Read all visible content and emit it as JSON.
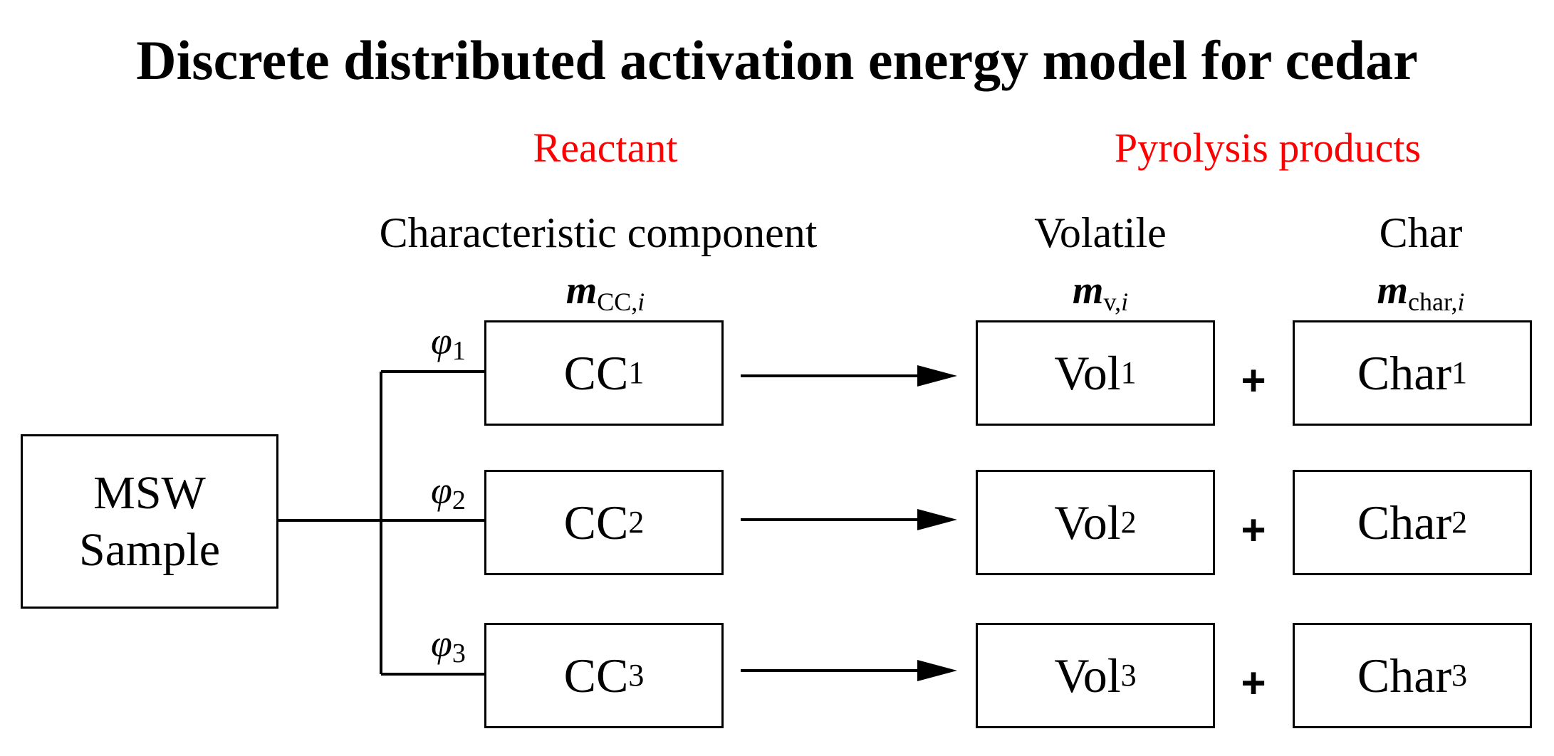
{
  "title": "Discrete distributed activation energy model for cedar",
  "labels": {
    "reactant": "Reactant",
    "products": "Pyrolysis products",
    "cc_header": "Characteristic component",
    "vol_header": "Volatile",
    "char_header": "Char"
  },
  "mass_symbols": {
    "cc": {
      "m": "m",
      "sub": "CC,",
      "i": "i"
    },
    "vol": {
      "m": "m",
      "sub": "v,",
      "i": "i"
    },
    "char": {
      "m": "m",
      "sub": "char,",
      "i": "i"
    }
  },
  "sample": {
    "line1": "MSW",
    "line2": "Sample"
  },
  "rows": [
    {
      "phi": "φ",
      "n": "1",
      "cc": "CC",
      "vol": "Vol",
      "char": "Char",
      "plus": "+"
    },
    {
      "phi": "φ",
      "n": "2",
      "cc": "CC",
      "vol": "Vol",
      "char": "Char",
      "plus": "+"
    },
    {
      "phi": "φ",
      "n": "3",
      "cc": "CC",
      "vol": "Vol",
      "char": "Char",
      "plus": "+"
    }
  ],
  "colors": {
    "accent": "#ff0000",
    "line": "#000000"
  }
}
